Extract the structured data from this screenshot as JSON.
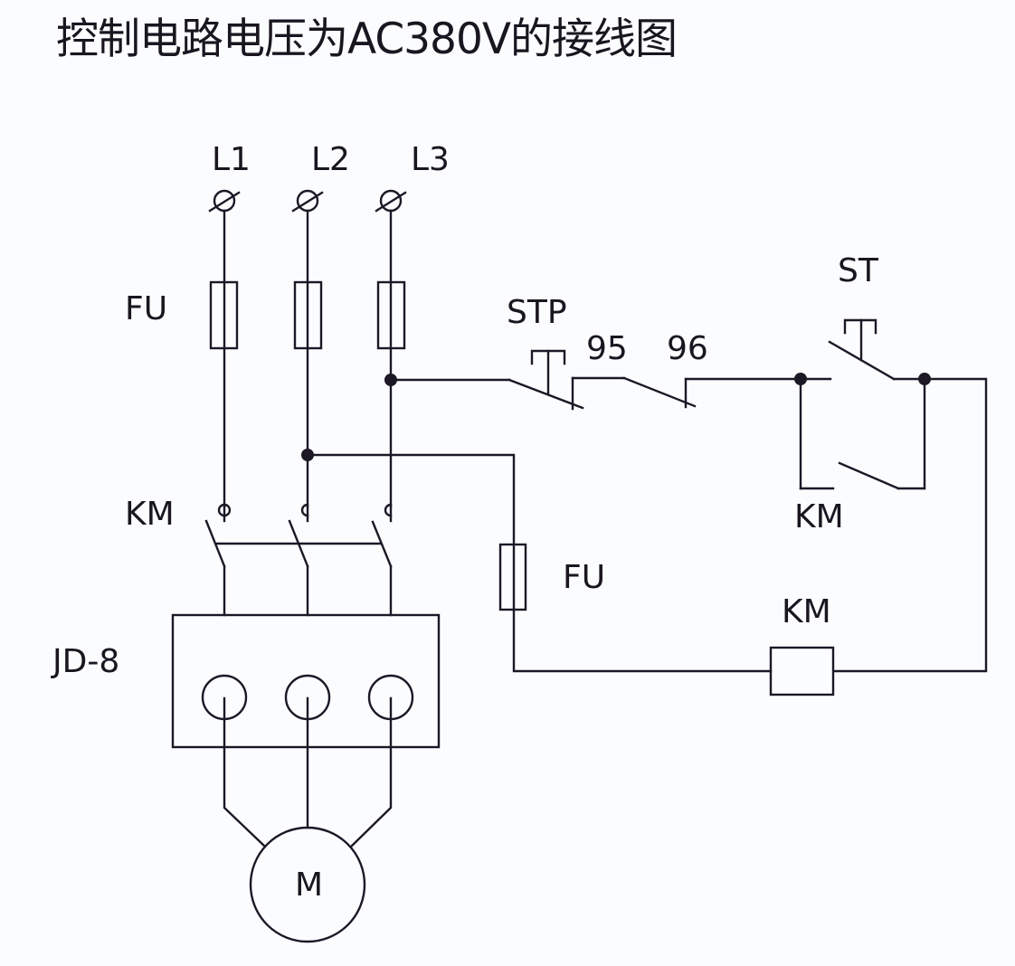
{
  "title": "控制电路电压为AC380V的接线图",
  "labels": {
    "l1": "L1",
    "l2": "L2",
    "l3": "L3",
    "fu_main": "FU",
    "km_main": "KM",
    "jd8": "JD-8",
    "motor": "M",
    "stp": "STP",
    "t95": "95",
    "t96": "96",
    "st": "ST",
    "km_aux": "KM",
    "fu_ctrl": "FU",
    "km_coil": "KM"
  },
  "colors": {
    "line": "#1c1826",
    "background": "#fbfcfe"
  }
}
